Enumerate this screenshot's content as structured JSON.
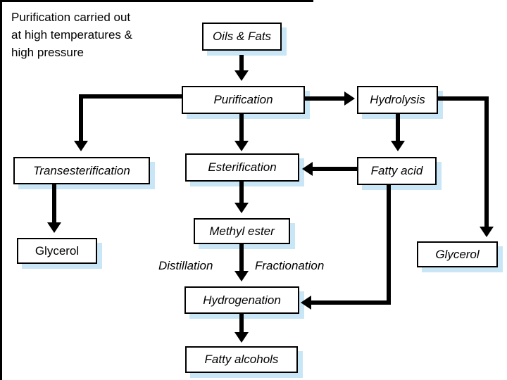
{
  "slide": {
    "annotation": {
      "lines": [
        "Purification carried out",
        "at high temperatures &",
        "high pressure"
      ]
    },
    "nodes": {
      "oils_fats": {
        "label": "Oils & Fats"
      },
      "purification": {
        "label": "Purification"
      },
      "hydrolysis": {
        "label": "Hydrolysis"
      },
      "transesterification": {
        "label": "Transesterification"
      },
      "esterification": {
        "label": "Esterification"
      },
      "fatty_acid": {
        "label": "Fatty acid"
      },
      "methyl_ester": {
        "label": "Methyl ester"
      },
      "glycerol_left": {
        "label": "Glycerol"
      },
      "glycerol_right": {
        "label": "Glycerol"
      },
      "hydrogenation": {
        "label": "Hydrogenation"
      },
      "fatty_alcohols": {
        "label": "Fatty alcohols"
      }
    },
    "process_labels": {
      "distillation": "Distillation",
      "fractionation": "Fractionation"
    },
    "colors": {
      "node_shadow": "#c9e6f6",
      "node_border": "#000000",
      "connector": "#000000",
      "background": "#ffffff",
      "text": "#000000"
    }
  }
}
